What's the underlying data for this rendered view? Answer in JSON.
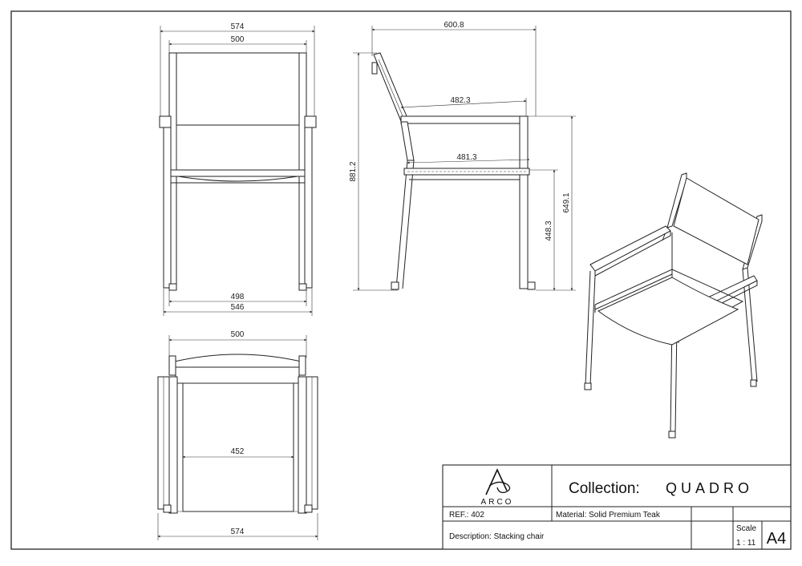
{
  "dimensions": {
    "front_top_outer": "574",
    "front_top_inner": "500",
    "front_bottom_inner": "498",
    "front_bottom_outer": "546",
    "side_depth": "600.8",
    "side_armrest": "482.3",
    "side_seat": "481.3",
    "side_height": "881.2",
    "side_arm_height": "649.1",
    "side_seat_height": "448.3",
    "plan_top": "500",
    "plan_seat": "452",
    "plan_bottom": "574"
  },
  "title_block": {
    "brand_name": "ARCO",
    "collection_label": "Collection:",
    "collection_name": "QUADRO",
    "ref": "REF.: 402",
    "material": "Material: Solid Premium Teak",
    "description": "Description: Stacking chair",
    "scale_label": "Scale",
    "scale_value": "1 : 11",
    "paper_size": "A4"
  }
}
